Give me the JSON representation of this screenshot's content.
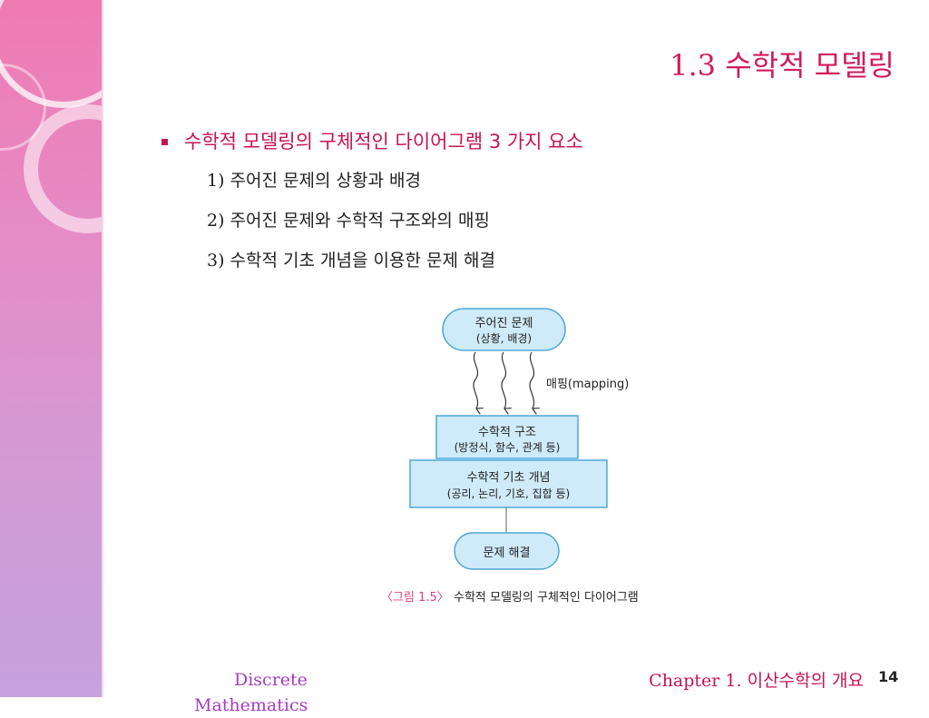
{
  "slide": {
    "title": "1.3 수학적 모델링",
    "bullet": "수학적 모델링의 구체적인 다이어그램 3 가지 요소",
    "items": [
      "1) 주어진 문제의 상황과 배경",
      "2) 주어진 문제와 수학적 구조와의 매핑",
      "3) 수학적 기초 개념을 이용한 문제 해결"
    ],
    "diagram": {
      "problem_title": "주어진 문제",
      "problem_sub": "(상황, 배경)",
      "mapping_label": "매핑(mapping)",
      "structure_title": "수학적 구조",
      "structure_sub": "(방정식, 함수, 관계 등)",
      "concepts_title": "수학적 기초 개념",
      "concepts_sub": "(공리, 논리, 기호, 집합 등)",
      "solution_label": "문제 해결",
      "caption_number": "〈그림 1.5〉",
      "caption_text": "수학적 모델링의 구체적인 다이어그램"
    },
    "footer_left_line1": "Discrete",
    "footer_left_line2": "Mathematics",
    "footer_right": "Chapter 1. 이산수학의 개요",
    "page_number": "14",
    "colors": {
      "title": "#d21b5c",
      "bullet": "#c8134f",
      "box_fill": "#cfeaf8",
      "box_stroke": "#4fa8d8",
      "caption_number": "#e23c86",
      "footer_left": "#a43cc4",
      "sidebar_top": "#f07ab2",
      "sidebar_bottom": "#c6a2de"
    }
  }
}
